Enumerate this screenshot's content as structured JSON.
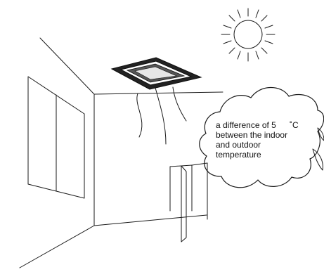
{
  "scene": {
    "callout": {
      "line1": "a difference of 5",
      "degree_mark": "˚C",
      "line2": "between the indoor",
      "line3": "and outdoor",
      "line4": "temperature"
    }
  },
  "colors": {
    "ink": "#1a1a1a",
    "background": "#ffffff",
    "ac_unit_dark": "#222222"
  }
}
